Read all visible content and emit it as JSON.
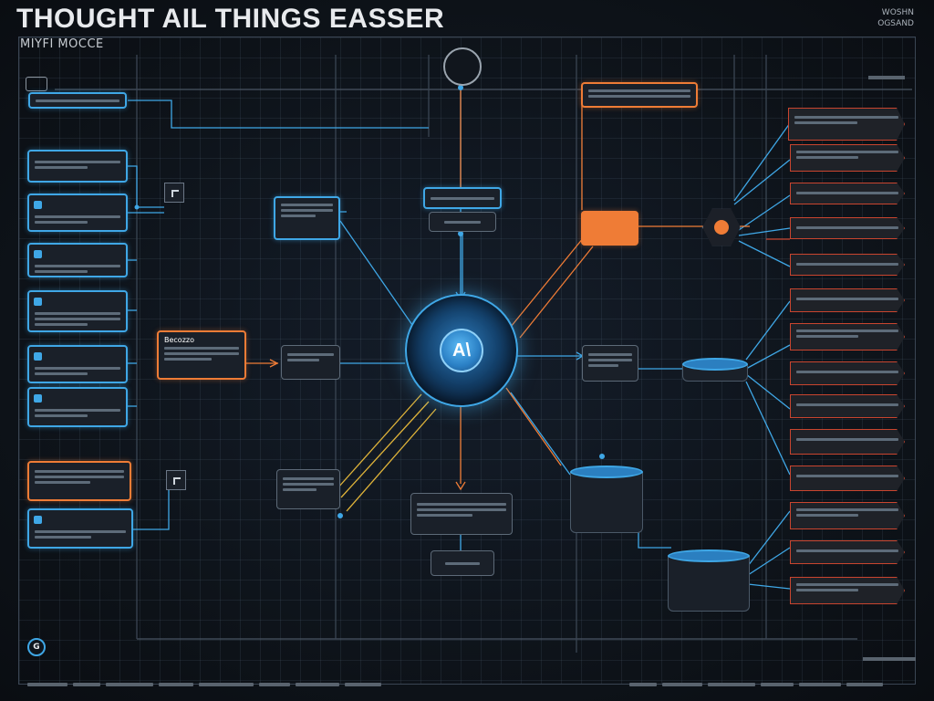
{
  "header": {
    "title": "THOUGHT AIL THINGS EASSER",
    "subtitle": "MIYFI MOCCE",
    "brand_line1": "WOSHN",
    "brand_line2": "OGSAND"
  },
  "hub": {
    "label": "A\\"
  },
  "labels": {
    "left_top": "",
    "orange_left": "Becozzo",
    "blue_top": "",
    "top_circle": ""
  },
  "colors": {
    "accent_blue": "#3fa7e6",
    "accent_orange": "#ef7c36",
    "accent_red": "#c9452f",
    "background": "#0d1117"
  },
  "icons": [
    "hub-ai-icon",
    "database-icon",
    "hexagon-gear-icon",
    "corner-logo-icon",
    "chevron-box-icon"
  ]
}
